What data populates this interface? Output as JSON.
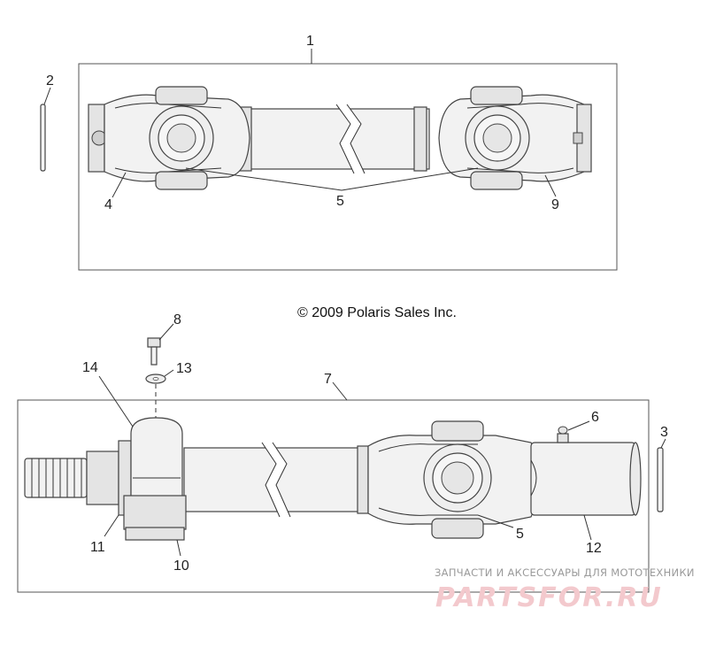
{
  "copyright": "© 2009 Polaris Sales Inc.",
  "callouts": {
    "c1": "1",
    "c2": "2",
    "c3": "3",
    "c4": "4",
    "c5a": "5",
    "c5b": "5",
    "c6": "6",
    "c7": "7",
    "c8": "8",
    "c9": "9",
    "c10": "10",
    "c11": "11",
    "c12": "12",
    "c13": "13",
    "c14": "14"
  },
  "watermark": {
    "tagline": "ЗАПЧАСТИ И АКСЕССУАРЫ ДЛЯ МОТОТЕХНИКИ",
    "brand": "PARTSFOR.RU"
  }
}
